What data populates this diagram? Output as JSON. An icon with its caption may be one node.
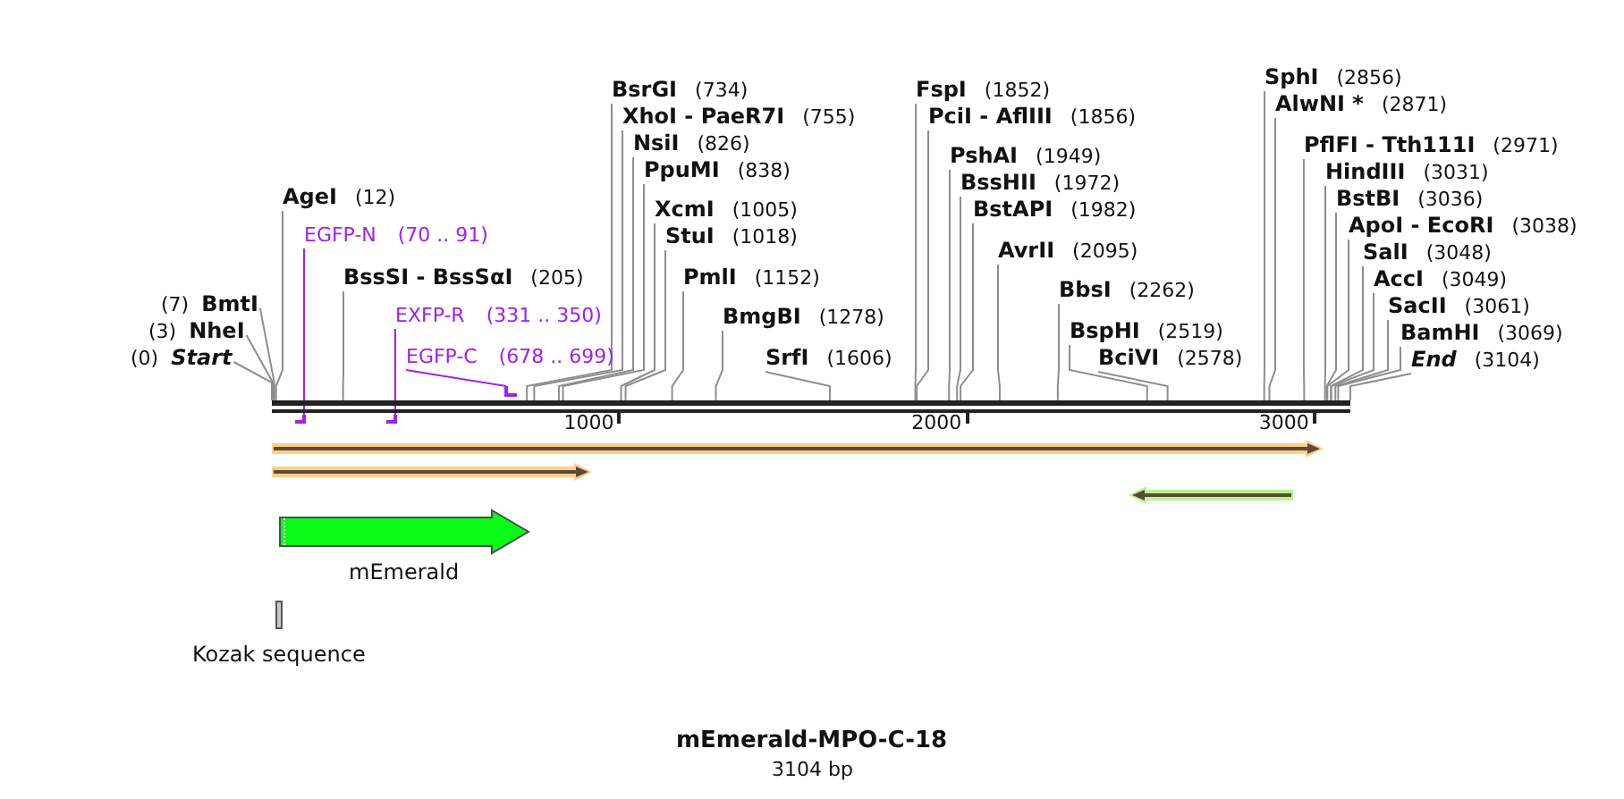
{
  "diagram": {
    "title": "mEmerald-MPO-C-18",
    "caption": "3104 bp",
    "nodes": [
      {
        "text": [],
        "shape": "bar"
      },
      {
        "text": [
          "(0)",
          "Start"
        ]
      },
      {
        "text": [
          "(3)",
          "NheI"
        ]
      },
      {
        "text": [
          "(7)",
          "BmtI"
        ]
      },
      {
        "text": [
          "AgeI",
          "(12)"
        ]
      },
      {
        "text": [
          "EGFP-N",
          "(70 .. 91)"
        ]
      },
      {
        "text": [
          "BssSI - BssSαI",
          "(205)"
        ]
      },
      {
        "text": [
          "EXFP-R",
          "(331 .. 350)"
        ]
      },
      {
        "text": [
          "EGFP-C",
          "(678 .. 699)"
        ]
      },
      {
        "text": [
          "BsrGI",
          "(734)"
        ]
      },
      {
        "text": [
          "XhoI - PaeR7I",
          "(755)"
        ]
      },
      {
        "text": [
          "NsiI",
          "(826)"
        ]
      },
      {
        "text": [
          "PpuMI",
          "(838)"
        ]
      },
      {
        "text": [
          "XcmI",
          "(1005)"
        ]
      },
      {
        "text": [
          "StuI",
          "(1018)"
        ]
      },
      {
        "text": [
          "PmlI",
          "(1152)"
        ]
      },
      {
        "text": [
          "BmgBI",
          "(1278)"
        ]
      },
      {
        "text": [
          "SrfI",
          "(1606)"
        ]
      },
      {
        "text": [
          "FspI",
          "(1852)"
        ]
      },
      {
        "text": [
          "PciI - AflIII",
          "(1856)"
        ]
      },
      {
        "text": [
          "PshAI",
          "(1949)"
        ]
      },
      {
        "text": [
          "BssHII",
          "(1972)"
        ]
      },
      {
        "text": [
          "BstAPI",
          "(1982)"
        ]
      },
      {
        "text": [
          "AvrII",
          "(2095)"
        ]
      },
      {
        "text": [
          "BbsI",
          "(2262)"
        ]
      },
      {
        "text": [
          "BspHI",
          "(2519)"
        ]
      },
      {
        "text": [
          "BciVI",
          "(2578)"
        ]
      },
      {
        "text": [
          "SphI",
          "(2856)"
        ]
      },
      {
        "text": [
          "AlwNI *",
          "(2871)"
        ]
      },
      {
        "text": [
          "PflFI - Tth111I",
          "(2971)"
        ]
      },
      {
        "text": [
          "HindIII",
          "(3031)"
        ]
      },
      {
        "text": [
          "BstBI",
          "(3036)"
        ]
      },
      {
        "text": [
          "ApoI - EcoRI",
          "(3038)"
        ]
      },
      {
        "text": [
          "SalI",
          "(3048)"
        ]
      },
      {
        "text": [
          "AccI",
          "(3049)"
        ]
      },
      {
        "text": [
          "SacII",
          "(3061)"
        ]
      },
      {
        "text": [
          "BamHI",
          "(3069)"
        ]
      },
      {
        "text": [
          "End",
          "(3104)"
        ]
      },
      {
        "text": [],
        "shape": "hook"
      },
      {
        "text": [],
        "shape": "hook"
      },
      {
        "text": [],
        "shape": "hook"
      },
      {
        "text": [],
        "shape": "arrow"
      },
      {
        "text": [],
        "shape": "arrow"
      },
      {
        "text": [],
        "shape": "arrow"
      },
      {
        "text": [
          "mEmerald"
        ]
      },
      {
        "text": [
          "Kozak sequence"
        ]
      }
    ],
    "edges": [
      {
        "from": 1,
        "to": 0,
        "arrow": "none"
      },
      {
        "from": 2,
        "to": 0,
        "arrow": "none"
      },
      {
        "from": 3,
        "to": 0,
        "arrow": "none"
      },
      {
        "from": 4,
        "to": 0,
        "arrow": "none"
      },
      {
        "from": 5,
        "to": 38,
        "arrow": "none",
        "color": "#a020f0"
      },
      {
        "from": 6,
        "to": 0,
        "arrow": "none"
      },
      {
        "from": 7,
        "to": 39,
        "arrow": "none",
        "color": "#a020f0"
      },
      {
        "from": 8,
        "to": 40,
        "arrow": "none",
        "color": "#a020f0"
      },
      {
        "from": 9,
        "to": 0,
        "arrow": "none"
      },
      {
        "from": 10,
        "to": 0,
        "arrow": "none"
      },
      {
        "from": 11,
        "to": 0,
        "arrow": "none"
      },
      {
        "from": 12,
        "to": 0,
        "arrow": "none"
      },
      {
        "from": 13,
        "to": 0,
        "arrow": "none"
      },
      {
        "from": 14,
        "to": 0,
        "arrow": "none"
      },
      {
        "from": 15,
        "to": 0,
        "arrow": "none"
      },
      {
        "from": 16,
        "to": 0,
        "arrow": "none"
      },
      {
        "from": 17,
        "to": 0,
        "arrow": "none"
      },
      {
        "from": 18,
        "to": 0,
        "arrow": "none"
      },
      {
        "from": 19,
        "to": 0,
        "arrow": "none"
      },
      {
        "from": 20,
        "to": 0,
        "arrow": "none"
      },
      {
        "from": 21,
        "to": 0,
        "arrow": "none"
      },
      {
        "from": 22,
        "to": 0,
        "arrow": "none"
      },
      {
        "from": 23,
        "to": 0,
        "arrow": "none"
      },
      {
        "from": 24,
        "to": 0,
        "arrow": "none"
      },
      {
        "from": 25,
        "to": 0,
        "arrow": "none"
      },
      {
        "from": 26,
        "to": 0,
        "arrow": "none"
      },
      {
        "from": 27,
        "to": 0,
        "arrow": "none"
      },
      {
        "from": 28,
        "to": 0,
        "arrow": "none"
      },
      {
        "from": 29,
        "to": 0,
        "arrow": "none"
      },
      {
        "from": 30,
        "to": 0,
        "arrow": "none"
      },
      {
        "from": 31,
        "to": 0,
        "arrow": "none"
      },
      {
        "from": 32,
        "to": 0,
        "arrow": "none"
      },
      {
        "from": 33,
        "to": 0,
        "arrow": "none"
      },
      {
        "from": 34,
        "to": 0,
        "arrow": "none"
      },
      {
        "from": 35,
        "to": 0,
        "arrow": "none"
      },
      {
        "from": 36,
        "to": 0,
        "arrow": "none"
      },
      {
        "from": 37,
        "to": 0,
        "arrow": "none"
      }
    ],
    "labels": [
      "1000",
      "2000",
      "3000"
    ]
  }
}
